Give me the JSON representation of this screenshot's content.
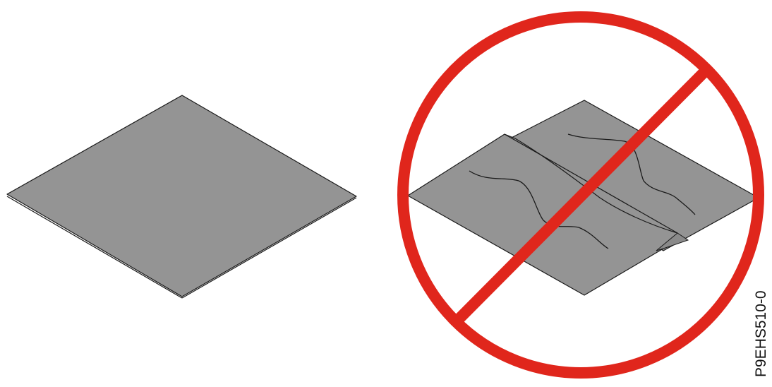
{
  "figure": {
    "id_label": "P9EHS510-0",
    "good_item": "flat-sheet",
    "bad_item": "wrinkled-folded-sheet",
    "prohibition_symbol": "no-symbol-icon",
    "colors": {
      "sheet_fill": "#949494",
      "outline": "#1a1a1a",
      "prohibition_red": "#e0261c",
      "background": "#ffffff"
    }
  }
}
